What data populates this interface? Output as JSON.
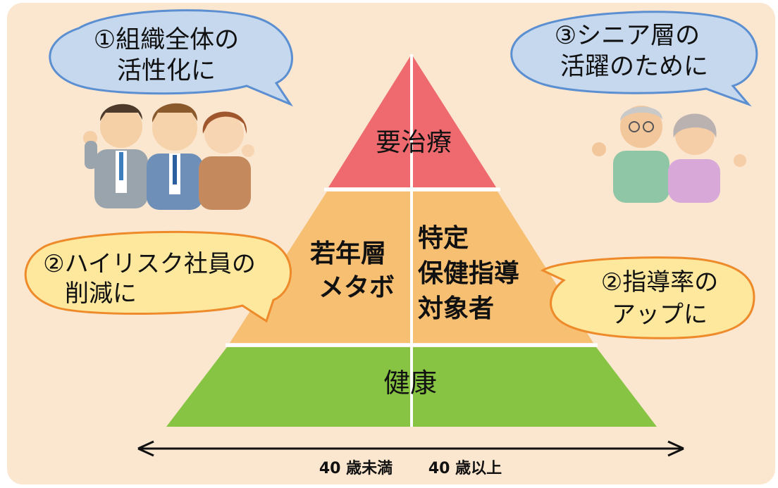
{
  "colors": {
    "panel": "#fbe6cf",
    "top_tier": "#ee6a6e",
    "middle_tier": "#f6bf72",
    "bottom_tier": "#87c443",
    "bubble_blue_fill": "#c5d8ee",
    "bubble_blue_stroke": "#5b8fd1",
    "bubble_yellow_fill": "#fde89e",
    "bubble_yellow_stroke": "#ee8a2a"
  },
  "pyramid": {
    "top_label": "要治療",
    "middle_left": [
      "若年層",
      "メタボ"
    ],
    "middle_right": [
      "特定",
      "保健指導",
      "対象者"
    ],
    "bottom_label": "健康"
  },
  "bubbles": {
    "b1": [
      "①組織全体の",
      "活性化に"
    ],
    "b3": [
      "③シニア層の",
      "活躍のために"
    ],
    "b2_left": [
      "②ハイリスク社員の",
      "削減に"
    ],
    "b2_right": [
      "②指導率の",
      "アップに"
    ]
  },
  "axis": {
    "left_label": "40 歳未満",
    "right_label": "40 歳以上"
  },
  "icons": {
    "workers": "office-workers-illustration",
    "seniors": "senior-couple-illustration"
  }
}
